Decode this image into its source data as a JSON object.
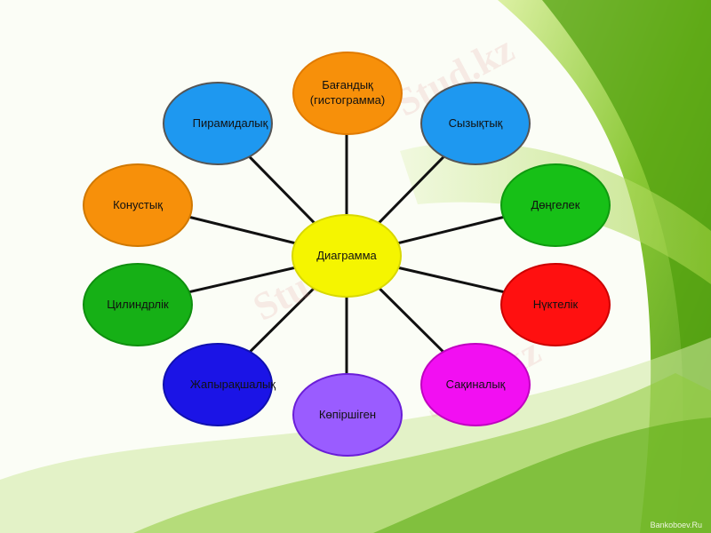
{
  "diagram": {
    "center": {
      "label": "Диаграмма",
      "color": "#f5f500"
    },
    "nodes": [
      {
        "label": "Бағандық\n(гистограмма)",
        "color": "#f7900a"
      },
      {
        "label": "Сызықтық",
        "color": "#1e98f0"
      },
      {
        "label": "Дөңгелек",
        "color": "#17c017"
      },
      {
        "label": "Нүктелік",
        "color": "#ff1010"
      },
      {
        "label": "Сақиналық",
        "color": "#f20ff2"
      },
      {
        "label": "Көпіршіген",
        "color": "#9a5cff"
      },
      {
        "label": "Жапырақшалық",
        "color": "#1b14e6"
      },
      {
        "label": "Цилиндрлік",
        "color": "#16b016"
      },
      {
        "label": "Конустық",
        "color": "#f7900a"
      },
      {
        "label": "Пирамидалық",
        "color": "#1e98f0"
      }
    ]
  },
  "watermark": "Stud.kz",
  "footer": "Bankoboev.Ru"
}
